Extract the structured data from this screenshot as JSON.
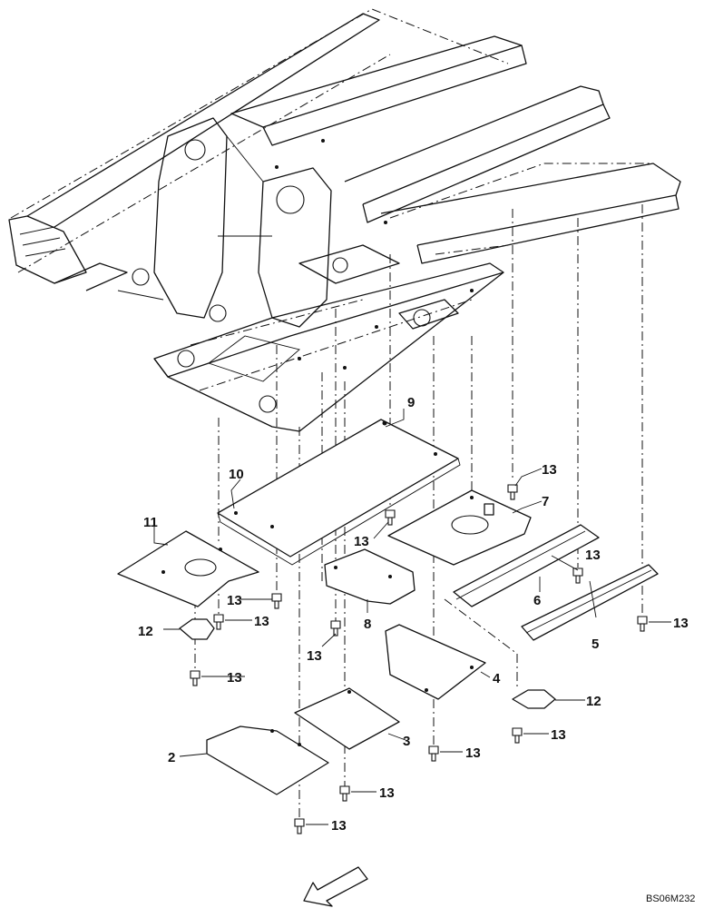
{
  "labels": {
    "p2": "2",
    "p3": "3",
    "p4": "4",
    "p5": "5",
    "p6": "6",
    "p7": "7",
    "p8": "8",
    "p9": "9",
    "p10": "10",
    "p11": "11",
    "p12": "12",
    "p13": "13"
  },
  "drawing_code": "BS06M232",
  "icons": {
    "direction": "front-direction-arrow-icon",
    "bolt": "hex-bolt-icon"
  }
}
